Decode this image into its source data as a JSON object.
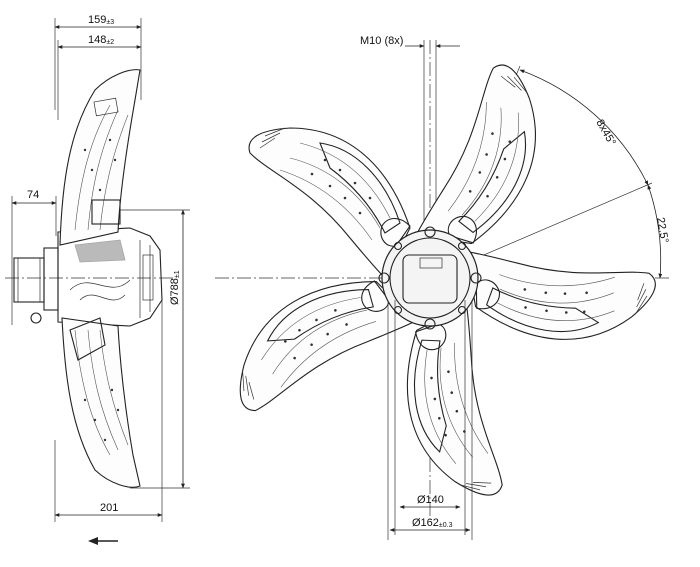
{
  "dimensions": {
    "width_159": "159",
    "width_159_tol": "±3",
    "width_148": "148",
    "width_148_tol": "±2",
    "shaft_74": "74",
    "depth_201": "201",
    "diameter_788": "Ø788",
    "diameter_788_tol": "±1",
    "thread": "M10 (8x)",
    "angle_8x45": "8x45°",
    "angle_22_5": "22.5°",
    "bore_140": "Ø140",
    "bore_162": "Ø162",
    "bore_162_tol": "±0.3"
  },
  "airflow_direction_icon": "arrow-left-icon"
}
